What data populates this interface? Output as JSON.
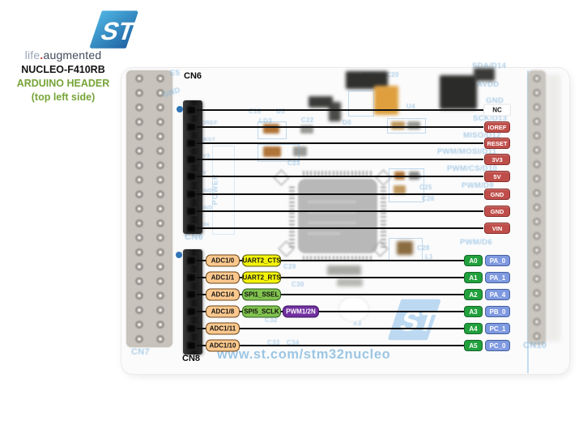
{
  "branding": {
    "logo": "ST",
    "tagline_life": "life",
    "tagline_dot": ".",
    "tagline_rest": "augmented",
    "product": "NUCLEO-F410RB",
    "header_line1": "ARDUINO HEADER",
    "header_line2": "(top left side)"
  },
  "board": {
    "cn6_label": "CN6",
    "cn8_label": "CN8",
    "url": "www.st.com/stm32nucleo",
    "silkscreen": {
      "e5": "E5",
      "gnd_a": "GND",
      "sda": "SDA/D14",
      "avdd": "AVDD",
      "gnd_b": "GND",
      "sck": "SCK/D13",
      "miso": "MISO/D12",
      "mosi": "PWM/MOSI/D11",
      "cs": "PWM/CS/D10",
      "d9": "PWM/D9",
      "d6": "PWM/D6",
      "pwr": "PWR",
      "c20": "C20",
      "c16": "C16",
      "u3": "U3",
      "ld3": "LD3",
      "c22": "C22",
      "d0": "D0",
      "c21": "C21",
      "u4": "U4",
      "c23": "C23",
      "c24": "C24",
      "c25": "C25",
      "c26": "C26",
      "c28": "C28",
      "l1": "L1",
      "c29": "C29",
      "c30": "C30",
      "c32": "C32",
      "c33": "C33",
      "c34": "C34",
      "x3": "X3",
      "cn6_silk": "CN6",
      "cn7": "CN7",
      "cn10": "CN10",
      "ioref": "IOREF",
      "nrst": "NRST",
      "v33": "3V3",
      "v5": "5V",
      "gnd1": "GND",
      "gnd2": "GND",
      "vin": "VIN",
      "power": "POWER"
    }
  },
  "pins": {
    "cn6": [
      {
        "label": "NC"
      },
      {
        "label": "IOREF"
      },
      {
        "label": "RESET"
      },
      {
        "label": "3V3"
      },
      {
        "label": "5V"
      },
      {
        "label": "GND"
      },
      {
        "label": "GND"
      },
      {
        "label": "VIN"
      }
    ],
    "cn8": [
      {
        "adc": "ADC1/0",
        "fn": "UART2_CTS",
        "arduino": "A0",
        "stm": "PA_0"
      },
      {
        "adc": "ADC1/1",
        "fn": "UART2_RTS",
        "arduino": "A1",
        "stm": "PA_1"
      },
      {
        "adc": "ADC1/4",
        "fn": "SPI1_SSEL",
        "arduino": "A2",
        "stm": "PA_4"
      },
      {
        "adc": "ADC1/8",
        "fn": "SPI5_SCLK",
        "fn2": "PWM1/2N",
        "arduino": "A3",
        "stm": "PB_0"
      },
      {
        "adc": "ADC1/11",
        "arduino": "A4",
        "stm": "PC_1"
      },
      {
        "adc": "ADC1/10",
        "arduino": "A5",
        "stm": "PC_0"
      }
    ]
  },
  "palette": {
    "power_red": "#bf4e4a",
    "arduino_green": "#21a03c",
    "stm_pin_blue": "#7e99e0",
    "adc_orange": "#fbc88e",
    "uart_yellow": "#f4f409",
    "spi_green": "#82c44f",
    "pwm_purple": "#7030a0",
    "wire_black": "#0e0e0e",
    "silkscreen_blue": "#7db3da",
    "heading_green": "#76a437",
    "st_logo_light": "#52bce8",
    "st_logo_dark": "#1b5c9e"
  }
}
